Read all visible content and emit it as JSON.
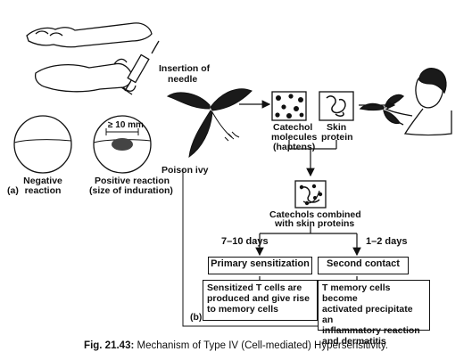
{
  "labels": {
    "insertion": "Insertion of",
    "needle": "needle",
    "poison_ivy": "Poison ivy",
    "catechol_1": "Catechol",
    "catechol_2": "molecules",
    "catechol_3": "(haptens)",
    "skin_1": "Skin",
    "skin_2": "protein",
    "combined_1": "Catechols combined",
    "combined_2": "with skin proteins",
    "days_left": "7–10 days",
    "days_right": "1–2 days",
    "ten_mm": "≥ 10 mm",
    "negative_1": "Negative",
    "negative_2": "reaction",
    "positive_1": "Positive reaction",
    "positive_2": "(size of induration)",
    "panel_a": "(a)",
    "panel_b": "(b)"
  },
  "boxes": {
    "primary": {
      "title": "Primary sensitization",
      "l1": "Sensitized T cells are",
      "l2": "produced and give rise",
      "l3": "to memory cells"
    },
    "second": {
      "title": "Second contact",
      "l1": "T memory cells become",
      "l2": "activated precipitate an",
      "l3": "inflammatory reaction",
      "l4": "and dermatitis"
    }
  },
  "caption": {
    "fig": "Fig. 21.43:",
    "text": "Mechanism of Type IV (Cell-mediated) Hypersensitivity."
  }
}
